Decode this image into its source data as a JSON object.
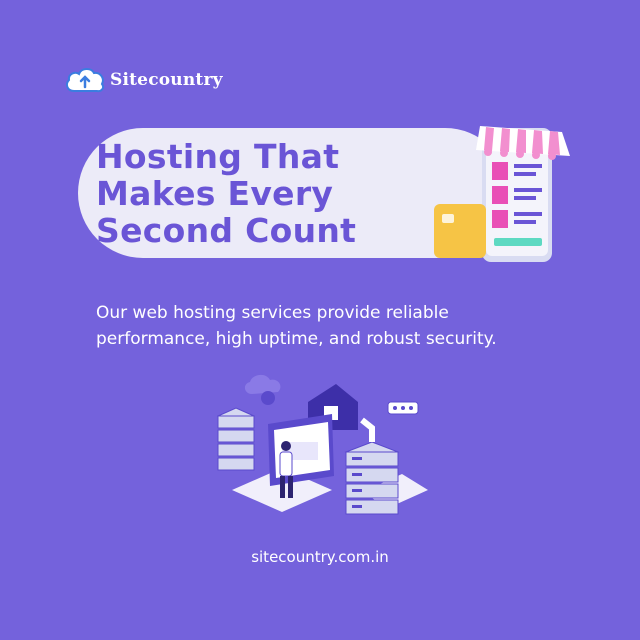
{
  "brand": {
    "name": "Sitecountry",
    "logo_icon": "cloud-upload-icon"
  },
  "headline": {
    "lines": [
      "Hosting That",
      "Makes Every",
      "Second Count"
    ]
  },
  "description": "Our web hosting services provide reliable performance, high uptime, and robust security.",
  "website": "sitecountry.com.in",
  "colors": {
    "background": "#7462dc",
    "headline": "#6a55d6",
    "pill": "#ecebf8",
    "text": "#ffffff"
  },
  "illustrations": [
    "mobile-shop-illustration",
    "web-hosting-illustration"
  ]
}
